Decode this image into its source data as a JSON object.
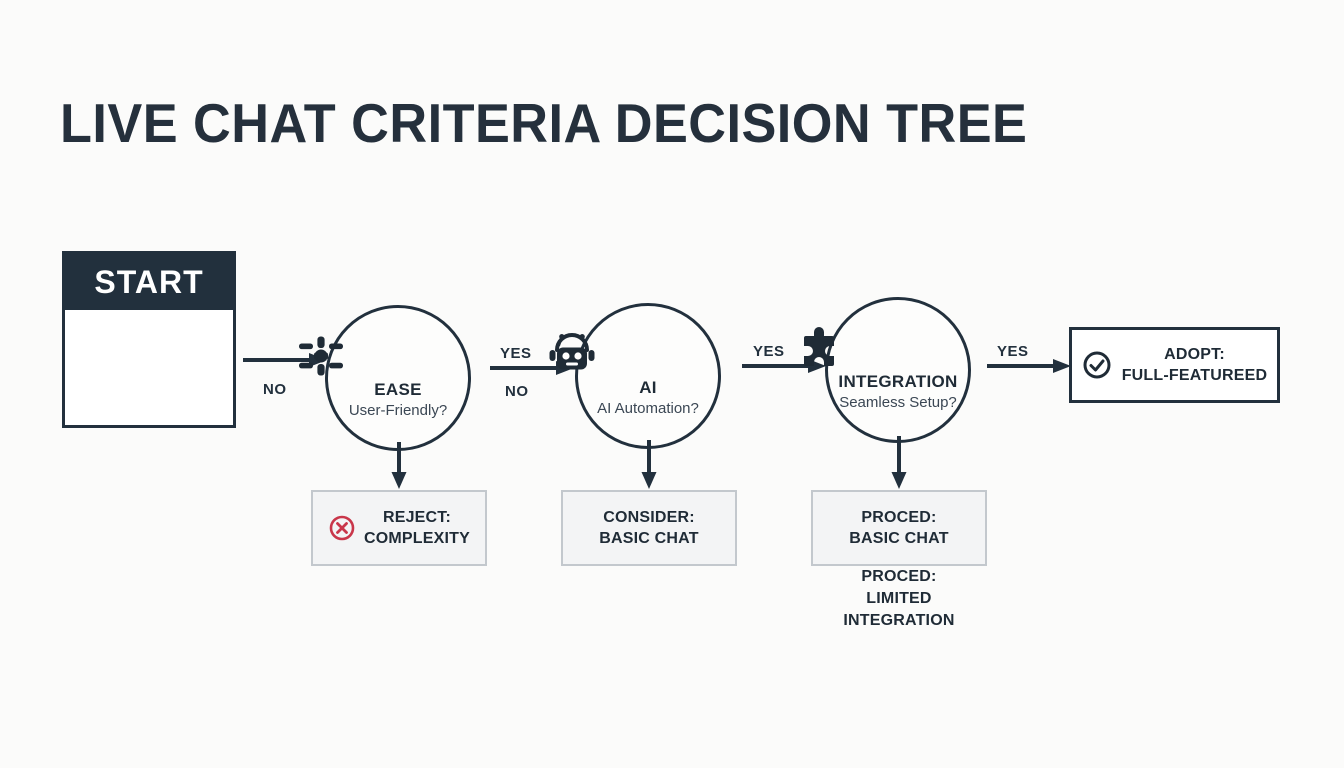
{
  "page": {
    "title": "LIVE CHAT CRITERIA DECISION TREE",
    "background_color": "#fbfbfa",
    "ink_color": "#22303d",
    "reject_icon_color": "#c9364a"
  },
  "start": {
    "label": "START"
  },
  "decisions": [
    {
      "id": "ease",
      "icon": "brightness-icon",
      "label": "EASE",
      "sublabel": "User-Friendly?"
    },
    {
      "id": "ai",
      "icon": "robot-icon",
      "label": "AI",
      "sublabel": "AI Automation?"
    },
    {
      "id": "integration",
      "icon": "puzzle-piece-icon",
      "label": "INTEGRATION",
      "sublabel": "Seamless Setup?"
    }
  ],
  "outcomes": [
    {
      "id": "reject",
      "icon": "x-circle-icon",
      "line1": "REJECT:",
      "line2": "COMPLEXITY"
    },
    {
      "id": "consider",
      "icon": "none",
      "line1": "CONSIDER:",
      "line2": "BASIC CHAT"
    },
    {
      "id": "proceed",
      "icon": "none",
      "line1": "PROCED:",
      "line2": "BASIC CHAT"
    }
  ],
  "adopt": {
    "icon": "check-circle-icon",
    "line1": "ADOPT:",
    "line2": "FULL-FEATUREED"
  },
  "trailing_text": {
    "line1": "PROCED:",
    "line2": "LIMITED",
    "line3": "INTEGRATION"
  },
  "edges": [
    {
      "id": "start-to-ease",
      "below": "NO",
      "above": ""
    },
    {
      "id": "ease-to-ai",
      "below": "NO",
      "above": "YES"
    },
    {
      "id": "ai-to-integration",
      "below": "",
      "above": "YES"
    },
    {
      "id": "integration-to-adopt",
      "below": "",
      "above": "YES"
    }
  ]
}
